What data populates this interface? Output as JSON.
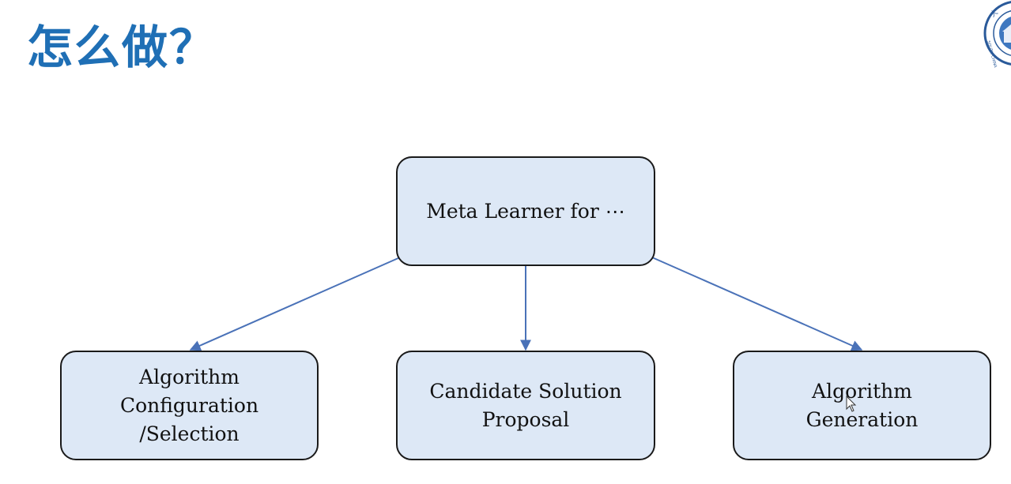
{
  "title": "怎么做？",
  "logo": {
    "icon": "university-seal-icon"
  },
  "diagram": {
    "root": {
      "label": "Meta Learner for ⋯"
    },
    "children": [
      {
        "label": "Algorithm\nConfiguration\n/Selection"
      },
      {
        "label": "Candidate Solution\nProposal"
      },
      {
        "label": "Algorithm\nGeneration"
      }
    ],
    "colors": {
      "node_fill": "#dde8f6",
      "node_border": "#1a1a1a",
      "arrow": "#4a72b8",
      "title": "#1f6fb5"
    }
  }
}
